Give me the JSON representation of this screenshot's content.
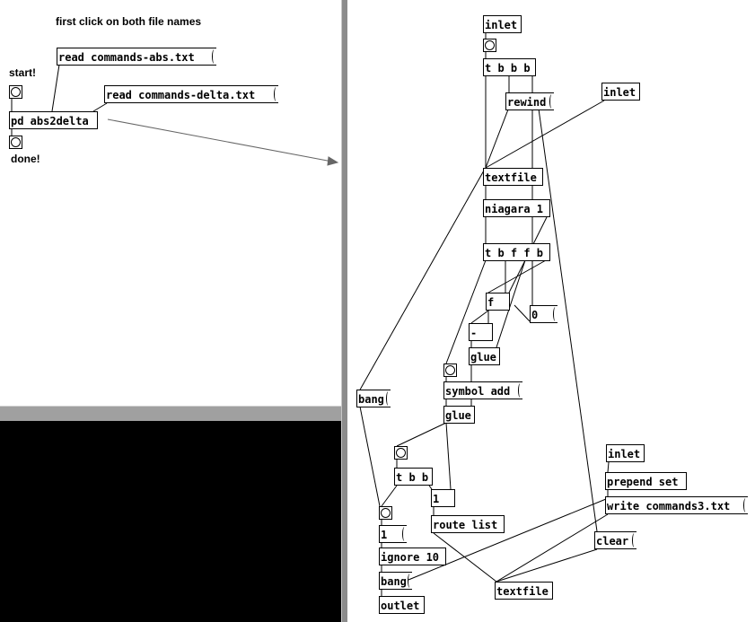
{
  "main_patch": {
    "comment_instructions": "first click on both file names",
    "msg_read_abs": "read commands-abs.txt",
    "msg_read_delta": "read commands-delta.txt",
    "label_start": "start!",
    "label_done": "done!",
    "subpatch": "pd abs2delta"
  },
  "subpatch": {
    "inlet1": "inlet",
    "trigger_bbb": "t b b b",
    "msg_rewind": "rewind",
    "inlet2": "inlet",
    "textfile1": "textfile",
    "niagara": "niagara 1",
    "trigger_bffb": "t b f f b",
    "float": "f",
    "msg_zero": "0",
    "minus": "-",
    "glue1": "glue",
    "msg_bang1": "bang",
    "msg_symbol_add": "symbol add",
    "glue2": "glue",
    "trigger_bb": "t b b",
    "obj_one": "1",
    "msg_one": "1",
    "route_list": "route list",
    "inlet3": "inlet",
    "prepend_set": "prepend set",
    "msg_write": "write commands3.txt",
    "msg_clear": "clear",
    "ignore": "ignore 10",
    "msg_bang2": "bang",
    "textfile2": "textfile",
    "outlet": "outlet"
  }
}
